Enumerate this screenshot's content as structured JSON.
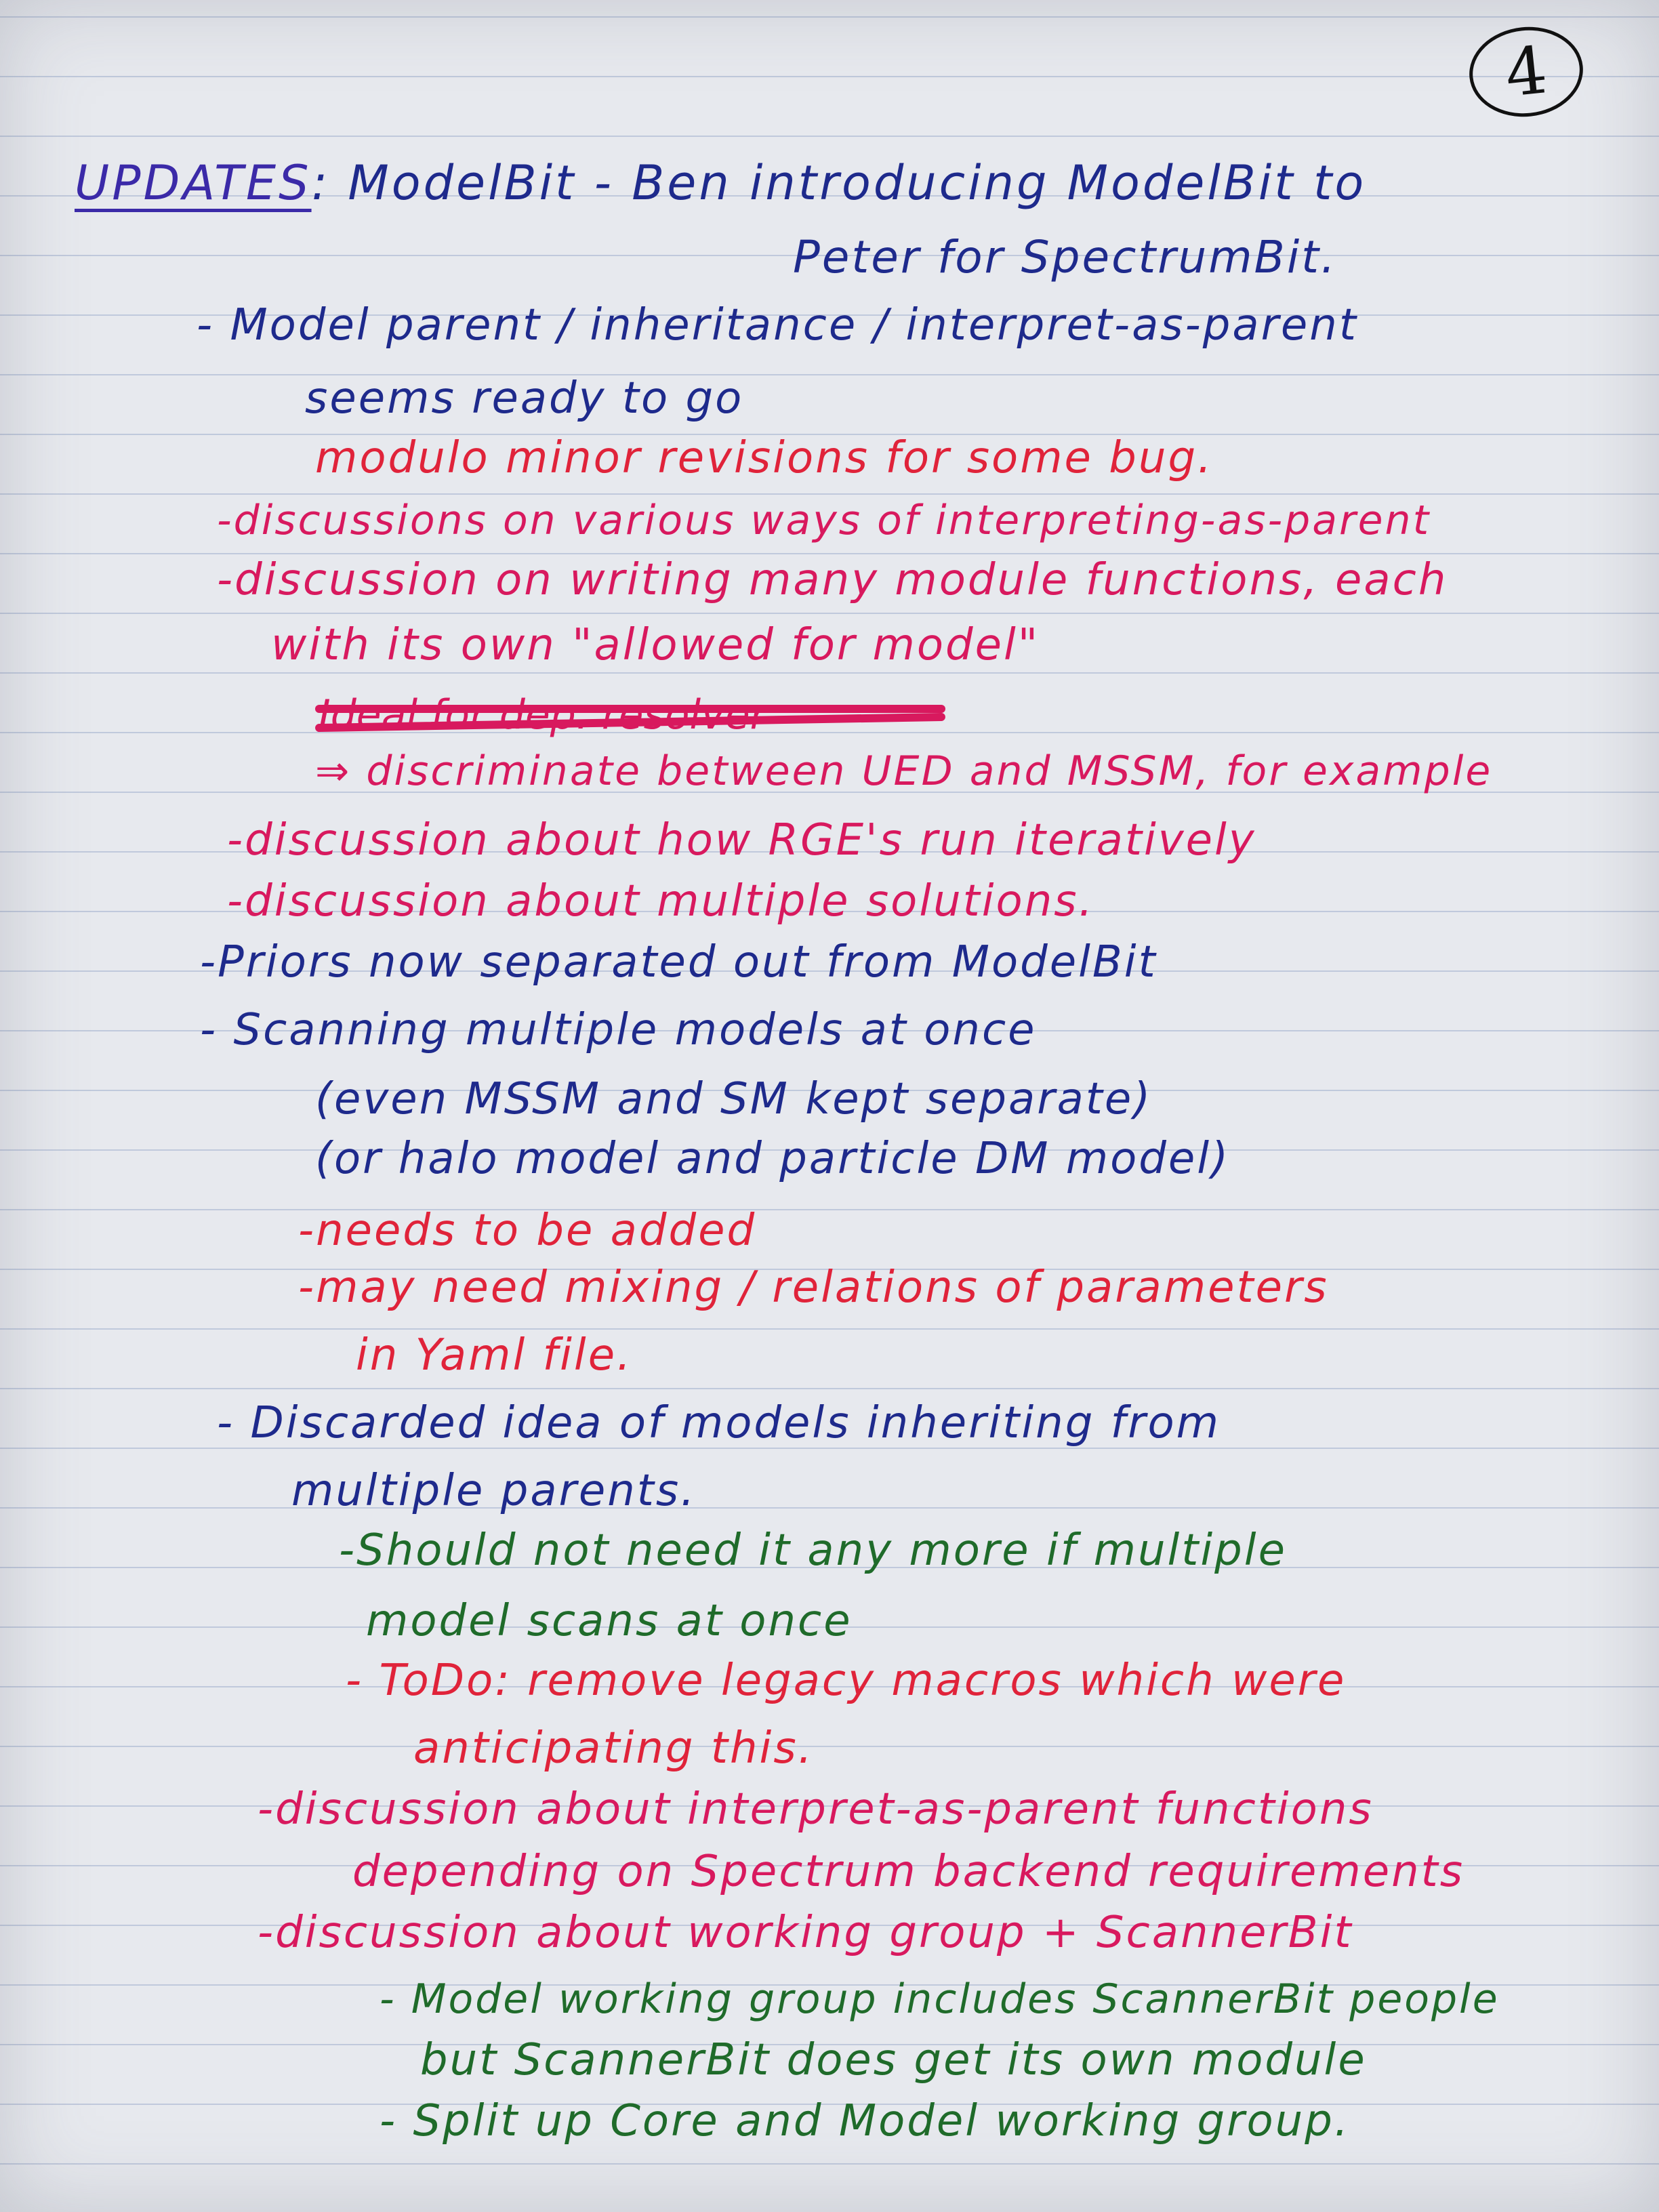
{
  "page_number": "4",
  "header": {
    "label": "UPDATES",
    "title": ": ModelBit",
    "intro": "- Ben introducing ModelBit to",
    "intro_cont": "Peter for SpectrumBit."
  },
  "lines": [
    "- Model parent / inheritance / interpret-as-parent",
    "seems ready to go",
    "modulo minor revisions for some bug.",
    "-discussions on various ways of interpreting-as-parent",
    "-discussion on writing many module functions, each",
    "with its own \"allowed for model\"",
    "Ideal for dep. resolver",
    "⇒ discriminate between UED and MSSM, for example",
    "-discussion about how RGE's run iteratively",
    "-discussion about multiple solutions.",
    "-Priors now separated out from ModelBit",
    "- Scanning multiple models at once",
    "(even MSSM and SM kept separate)",
    "(or halo model and particle DM model)",
    "-needs to be added",
    "-may need mixing / relations of parameters",
    "in Yaml file.",
    "- Discarded idea of models inheriting from",
    "multiple parents.",
    "-Should not need it any more if multiple",
    "model scans at once",
    "- ToDo: remove legacy macros which were",
    "anticipating this.",
    "-discussion about interpret-as-parent functions",
    "depending on Spectrum backend requirements",
    "-discussion about working group + ScannerBit",
    "- Model working group includes ScannerBit people",
    "but ScannerBit does get its own module",
    "- Split up Core and Model working group."
  ]
}
